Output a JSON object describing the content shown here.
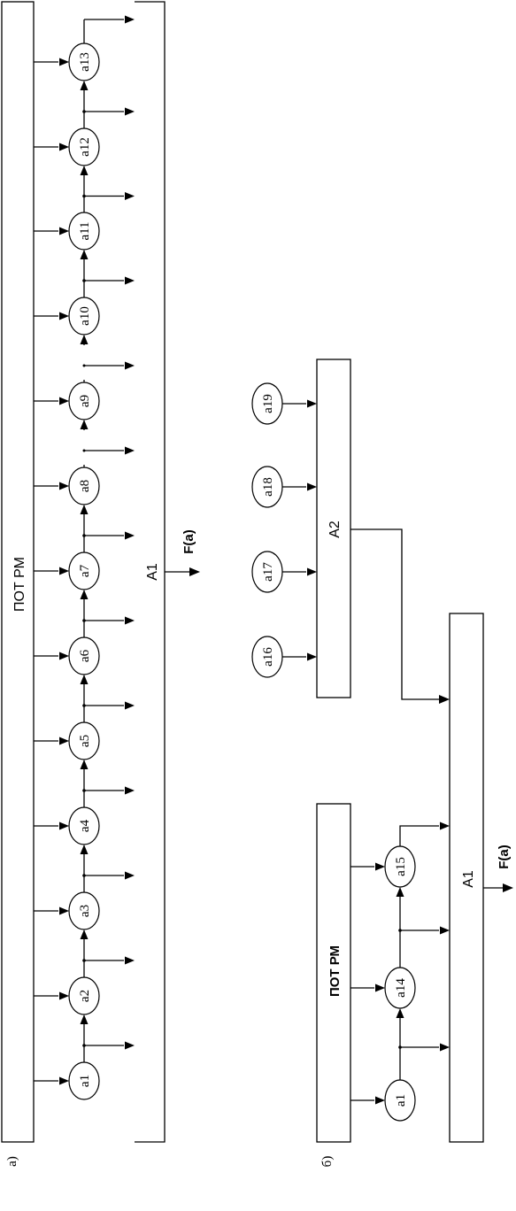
{
  "diagram_a": {
    "panel_label": "а)",
    "source_block": "ПОТ РМ",
    "target_block": "А1",
    "output_label": "F(a)",
    "nodes": [
      "a1",
      "a2",
      "a3",
      "a4",
      "a5",
      "a6",
      "a7",
      "a8",
      "a9",
      "a10",
      "a11",
      "a12",
      "a13"
    ]
  },
  "diagram_b": {
    "panel_label": "б)",
    "source_block": "ПОТ РМ",
    "target_block": "А1",
    "aux_block": "А2",
    "output_label": "F(a)",
    "chain_nodes": [
      "a1",
      "a14",
      "a15"
    ],
    "aux_nodes": [
      "a16",
      "a17",
      "a18",
      "a19"
    ]
  }
}
